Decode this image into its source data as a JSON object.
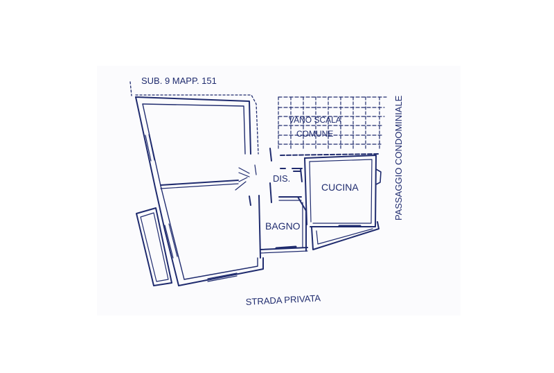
{
  "labels": {
    "sub_mapp": "SUB. 9 MAPP. 151",
    "vano_scala": "VANO SCALA",
    "comune": "COMUNE",
    "dis": "DIS.",
    "cucina": "CUCINA",
    "bagno": "BAGNO",
    "strada_privata": "STRADA PRIVATA",
    "passaggio_condominiale": "PASSAGGIO CONDOMINIALE"
  },
  "colors": {
    "ink": "#1f2b6e",
    "paper": "#ffffff",
    "sheet": "#fbfbfd"
  }
}
